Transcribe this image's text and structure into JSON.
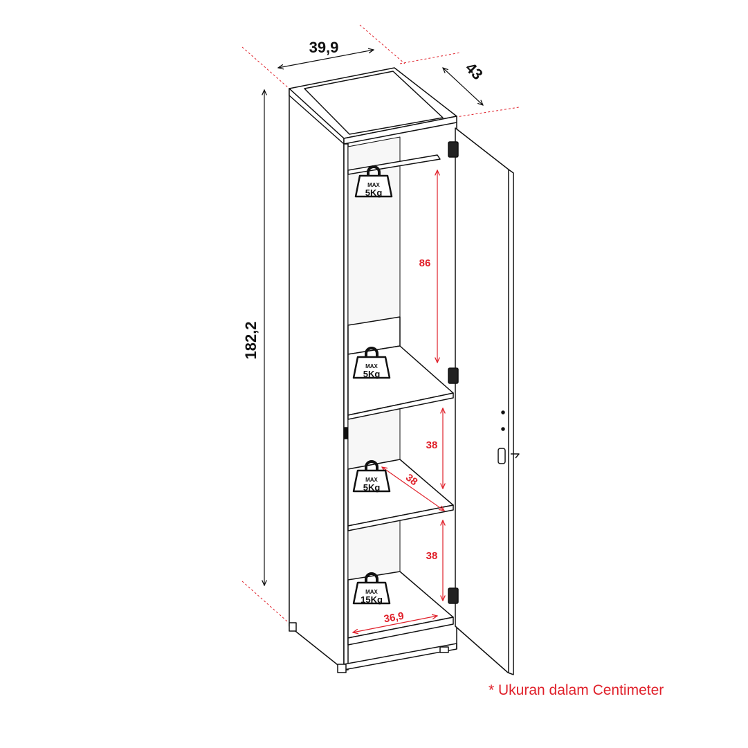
{
  "dimensions": {
    "width": "39,9",
    "depth": "43",
    "height": "182,2",
    "hanging_space": "86",
    "shelf_gap_upper": "38",
    "shelf_depth": "38",
    "shelf_gap_lower": "38",
    "inner_width": "36,9"
  },
  "weights": [
    {
      "max": "MAX",
      "load": "5Kg"
    },
    {
      "max": "MAX",
      "load": "5Kg"
    },
    {
      "max": "MAX",
      "load": "5Kg"
    },
    {
      "max": "MAX",
      "load": "15Kg"
    }
  ],
  "footnote": "* Ukuran dalam Centimeter",
  "colors": {
    "line": "#111111",
    "accent": "#e0202a",
    "shelf_back": "#f4f4f4"
  }
}
